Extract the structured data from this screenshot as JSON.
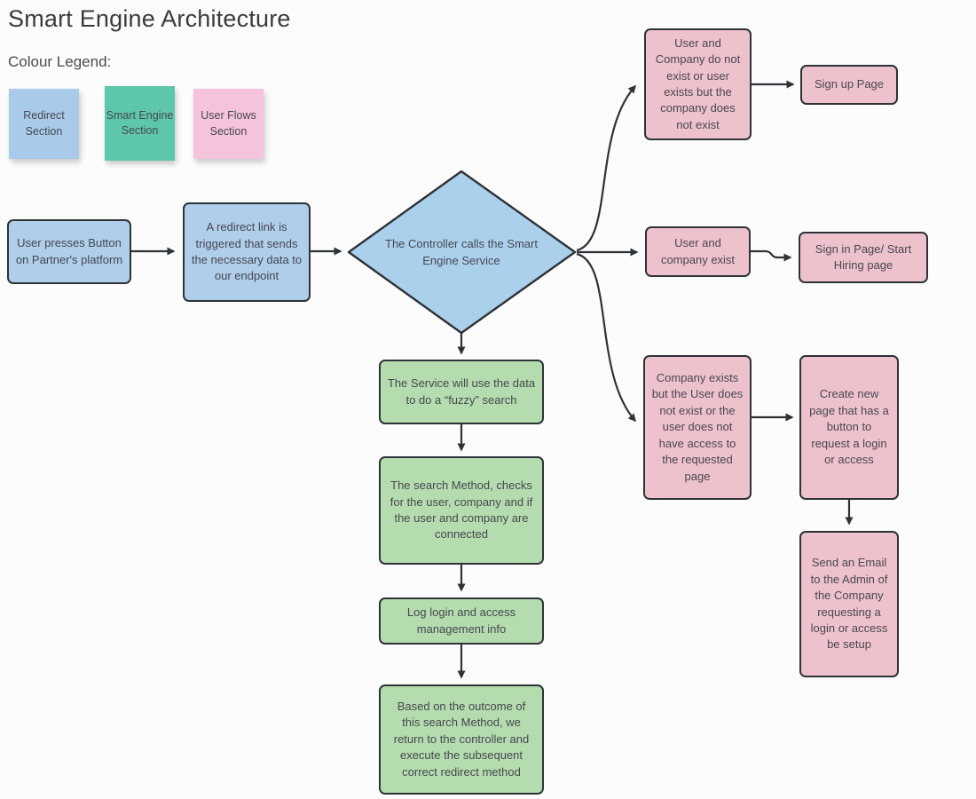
{
  "page": {
    "title": "Smart Engine Architecture"
  },
  "legend": {
    "heading": "Colour Legend:",
    "items": [
      {
        "id": "redirect-section",
        "label": "Redirect Section",
        "color": "#a9cbe9"
      },
      {
        "id": "smart-engine-section",
        "label": "Smart Engine Section",
        "color": "#5ec7ab"
      },
      {
        "id": "user-flows-section",
        "label": "User Flows Section",
        "color": "#f5c3dc"
      }
    ]
  },
  "palette": {
    "redirect_fill": "#aecee9",
    "smart_engine_fill": "#b4dcae",
    "user_flows_fill": "#eec2cd",
    "outline": "#2e3338",
    "text": "#474751"
  },
  "nodes": {
    "user_presses": {
      "label": "User presses Button on Partner's platform"
    },
    "redirect_link": {
      "label": "A redirect link is triggered that sends the necessary data to our endpoint"
    },
    "controller": {
      "label": "The Controller calls the Smart Engine Service"
    },
    "cond_signup": {
      "label": "User and Company do not exist or user exists but the company does not exist"
    },
    "signup_page": {
      "label": "Sign up Page"
    },
    "cond_signin": {
      "label": "User and company exist"
    },
    "signin_page": {
      "label": "Sign in Page/ Start Hiring page"
    },
    "cond_access": {
      "label": "Company exists but the User does not exist or the user does not have access to the requested page"
    },
    "create_page": {
      "label": "Create new page that has a button to request a login or access"
    },
    "send_email": {
      "label": "Send an Email to the Admin of the Company requesting a login or access be setup"
    },
    "fuzzy_search": {
      "label": "The Service will use the data to do a “fuzzy” search"
    },
    "search_method": {
      "label": "The search Method, checks for the user, company and if the user and company are connected"
    },
    "log_info": {
      "label": "Log login and access management info"
    },
    "outcome": {
      "label": "Based on the outcome of this search Method, we return to the controller and execute the subsequent correct redirect method"
    }
  },
  "edges": [
    {
      "from": "user_presses",
      "to": "redirect_link"
    },
    {
      "from": "redirect_link",
      "to": "controller"
    },
    {
      "from": "controller",
      "to": "cond_signup"
    },
    {
      "from": "controller",
      "to": "cond_signin"
    },
    {
      "from": "controller",
      "to": "cond_access"
    },
    {
      "from": "controller",
      "to": "fuzzy_search"
    },
    {
      "from": "cond_signup",
      "to": "signup_page"
    },
    {
      "from": "cond_signin",
      "to": "signin_page"
    },
    {
      "from": "cond_access",
      "to": "create_page"
    },
    {
      "from": "create_page",
      "to": "send_email"
    },
    {
      "from": "fuzzy_search",
      "to": "search_method"
    },
    {
      "from": "search_method",
      "to": "log_info"
    },
    {
      "from": "log_info",
      "to": "outcome"
    }
  ]
}
